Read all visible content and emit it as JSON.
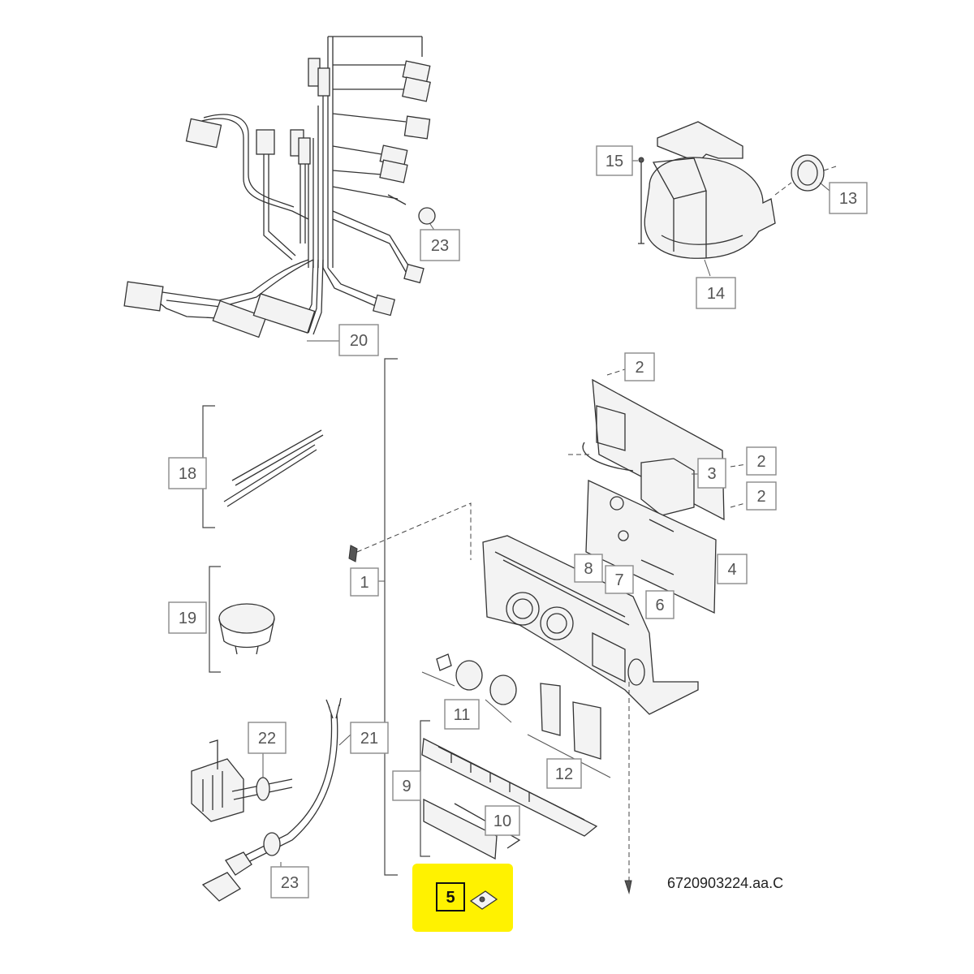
{
  "callouts": {
    "c1": "1",
    "c2a": "2",
    "c2b": "2",
    "c2c": "2",
    "c3": "3",
    "c4": "4",
    "c5": "5",
    "c6": "6",
    "c7": "7",
    "c8": "8",
    "c9": "9",
    "c10": "10",
    "c11": "11",
    "c12": "12",
    "c13": "13",
    "c14": "14",
    "c15": "15",
    "c18": "18",
    "c19": "19",
    "c20": "20",
    "c21": "21",
    "c22": "22",
    "c23a": "23",
    "c23b": "23"
  },
  "document_reference": "6720903224.aa.C",
  "colors": {
    "highlight": "#fff200",
    "callout_border": "#8a8a8a",
    "line": "#333333"
  }
}
